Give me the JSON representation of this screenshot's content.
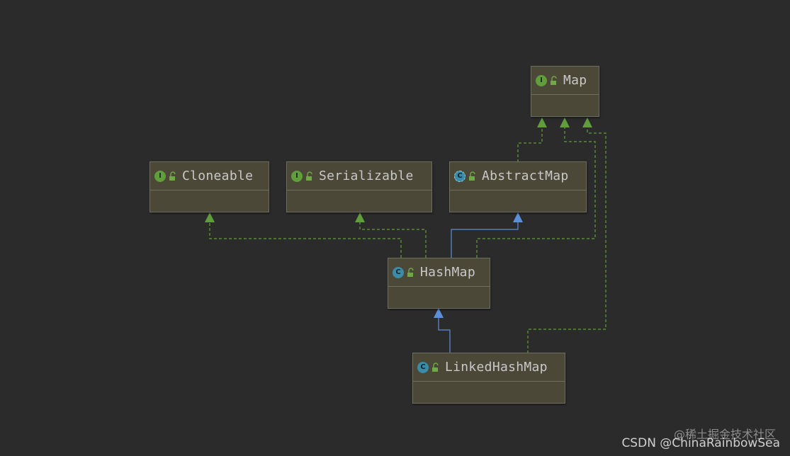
{
  "diagram": {
    "nodes": {
      "map": {
        "name": "Map",
        "kind": "interface",
        "badge": "I"
      },
      "cloneable": {
        "name": "Cloneable",
        "kind": "interface",
        "badge": "I"
      },
      "serializable": {
        "name": "Serializable",
        "kind": "interface",
        "badge": "I"
      },
      "abstract_map": {
        "name": "AbstractMap",
        "kind": "abstract-class",
        "badge": "C"
      },
      "hash_map": {
        "name": "HashMap",
        "kind": "class",
        "badge": "C"
      },
      "linked_hash_map": {
        "name": "LinkedHashMap",
        "kind": "class",
        "badge": "C"
      }
    },
    "edges": [
      {
        "from": "HashMap",
        "to": "Cloneable",
        "relation": "implements"
      },
      {
        "from": "HashMap",
        "to": "Serializable",
        "relation": "implements"
      },
      {
        "from": "HashMap",
        "to": "AbstractMap",
        "relation": "extends"
      },
      {
        "from": "HashMap",
        "to": "Map",
        "relation": "implements"
      },
      {
        "from": "AbstractMap",
        "to": "Map",
        "relation": "implements"
      },
      {
        "from": "LinkedHashMap",
        "to": "HashMap",
        "relation": "extends"
      },
      {
        "from": "LinkedHashMap",
        "to": "Map",
        "relation": "implements"
      }
    ],
    "colors": {
      "background": "#2b2b2b",
      "node_fill": "#4b4838",
      "implements_edge": "#5f9e3a",
      "extends_edge": "#5b8fd8"
    }
  },
  "watermark": {
    "site": "@稀土掘金技术社区",
    "author": "CSDN @ChinaRainbowSea"
  }
}
